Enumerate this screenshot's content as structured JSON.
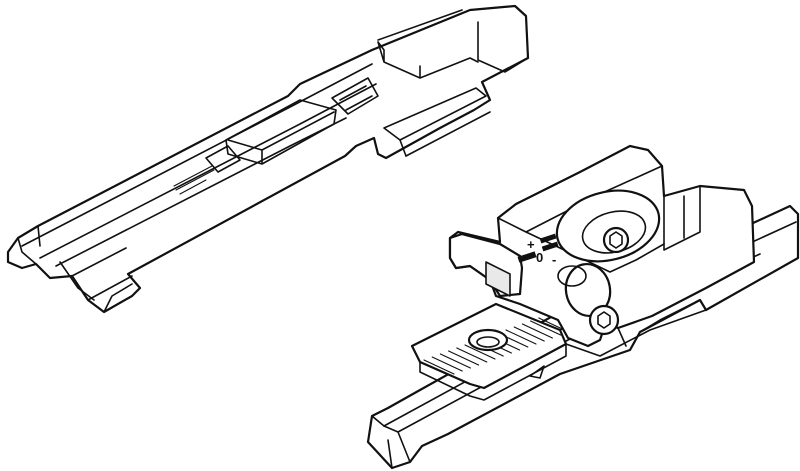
{
  "diagram": {
    "parts": [
      "mounting-plate-slide-rail",
      "adjustment-clip-with-screws"
    ],
    "scale_marks": {
      "plus": "+",
      "zero": "0",
      "minus": "-"
    },
    "colors": {
      "line": "#111111",
      "background": "#ffffff",
      "shade": "#e9e9e9"
    }
  }
}
